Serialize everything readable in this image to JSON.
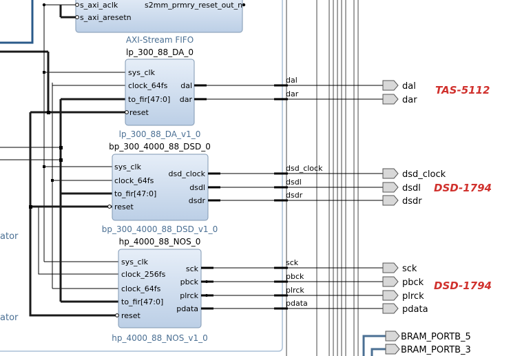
{
  "fifo": {
    "pins_left": [
      "s_axi_aclk",
      "s_axi_aresetn"
    ],
    "pin_right": "s2mm_prmry_reset_out_n",
    "type_label": "AXI-Stream FIFO"
  },
  "left_partial_labels": [
    "ator",
    "ator"
  ],
  "block_da": {
    "instance": "lp_300_88_DA_0",
    "type_label": "lp_300_88_DA_v1_0",
    "inputs": [
      "sys_clk",
      "clock_64fs",
      "to_fir[47:0]",
      "reset"
    ],
    "outputs": [
      "dal",
      "dar"
    ]
  },
  "block_dsd": {
    "instance": "bp_300_4000_88_DSD_0",
    "type_label": "bp_300_4000_88_DSD_v1_0",
    "inputs": [
      "sys_clk",
      "clock_64fs",
      "to_fir[47:0]",
      "reset"
    ],
    "outputs": [
      "dsd_clock",
      "dsdl",
      "dsdr"
    ]
  },
  "block_nos": {
    "instance": "hp_4000_88_NOS_0",
    "type_label": "hp_4000_88_NOS_v1_0",
    "inputs": [
      "sys_clk",
      "clock_256fs",
      "clock_64fs",
      "to_fir[47:0]",
      "reset"
    ],
    "outputs": [
      "sck",
      "pbck",
      "plrck",
      "pdata"
    ]
  },
  "nets": [
    "dal",
    "dar",
    "dsd_clock",
    "dsdl",
    "dsdr",
    "sck",
    "pbck",
    "plrck",
    "pdata"
  ],
  "ports": [
    "dal",
    "dar",
    "dsd_clock",
    "dsdl",
    "dsdr",
    "sck",
    "pbck",
    "plrck",
    "pdata"
  ],
  "bram_ports": [
    "BRAM_PORTB_5",
    "BRAM_PORTB_3"
  ],
  "annotations": [
    "TAS-5112",
    "DSD-1794",
    "DSD-1794"
  ],
  "colors": {
    "block_fill_top": "#e6eef8",
    "block_fill_bottom": "#bccfe6",
    "block_border": "#7f97b2",
    "wire": "#000000",
    "bus_wire": "#1a1a1a",
    "hier_border": "#a9bfd6",
    "bram_bus": "#4a6f93",
    "type_label": "#4a6f93",
    "annotation": "#d0312d",
    "port_fill": "#d8d8d8"
  }
}
